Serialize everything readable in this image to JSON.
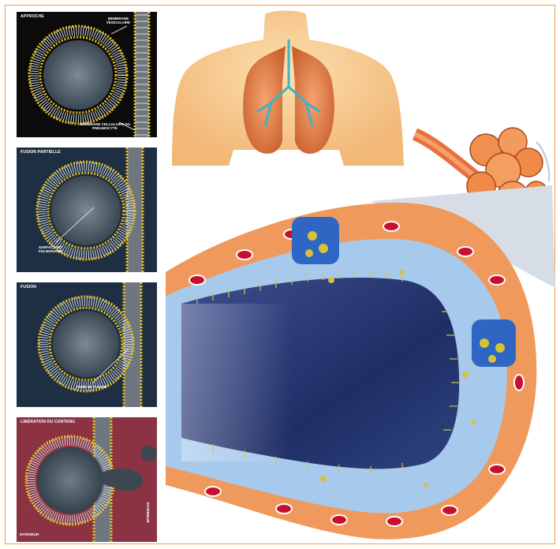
{
  "panels": [
    {
      "title": "APPROCHE",
      "labels": [
        "MEMBRANE VÉSICULAIRE",
        "MEMBRANE CELLULAIRE DU PNEUMOCYTE"
      ]
    },
    {
      "title": "FUSION PARTIELLE",
      "labels": [
        "SURFACTANT PULMONAIRE"
      ]
    },
    {
      "title": "FUSION",
      "labels": [
        "PORE DE FUSION"
      ]
    },
    {
      "title": "LIBÉRATION DU CONTENU",
      "labels": [
        "INTÉRIEUR",
        "EXTÉRIEUR"
      ]
    }
  ],
  "colors": {
    "frame": "#f0a04a",
    "panel_dark": "#1f2f43",
    "panel_black": "#0b0b0b",
    "panel_red": "#8b3343",
    "lipid_head": "#e8c21a",
    "skin": "#f6cf93",
    "alveolar_wall": "#ef9a5c",
    "lumen": "#2a3c78",
    "pneumocyte_ii": "#2f66c4"
  },
  "icons": [
    "vesicle-icon",
    "torso-lungs-illustration",
    "alveoli-cluster-illustration",
    "alveolus-section-illustration"
  ]
}
